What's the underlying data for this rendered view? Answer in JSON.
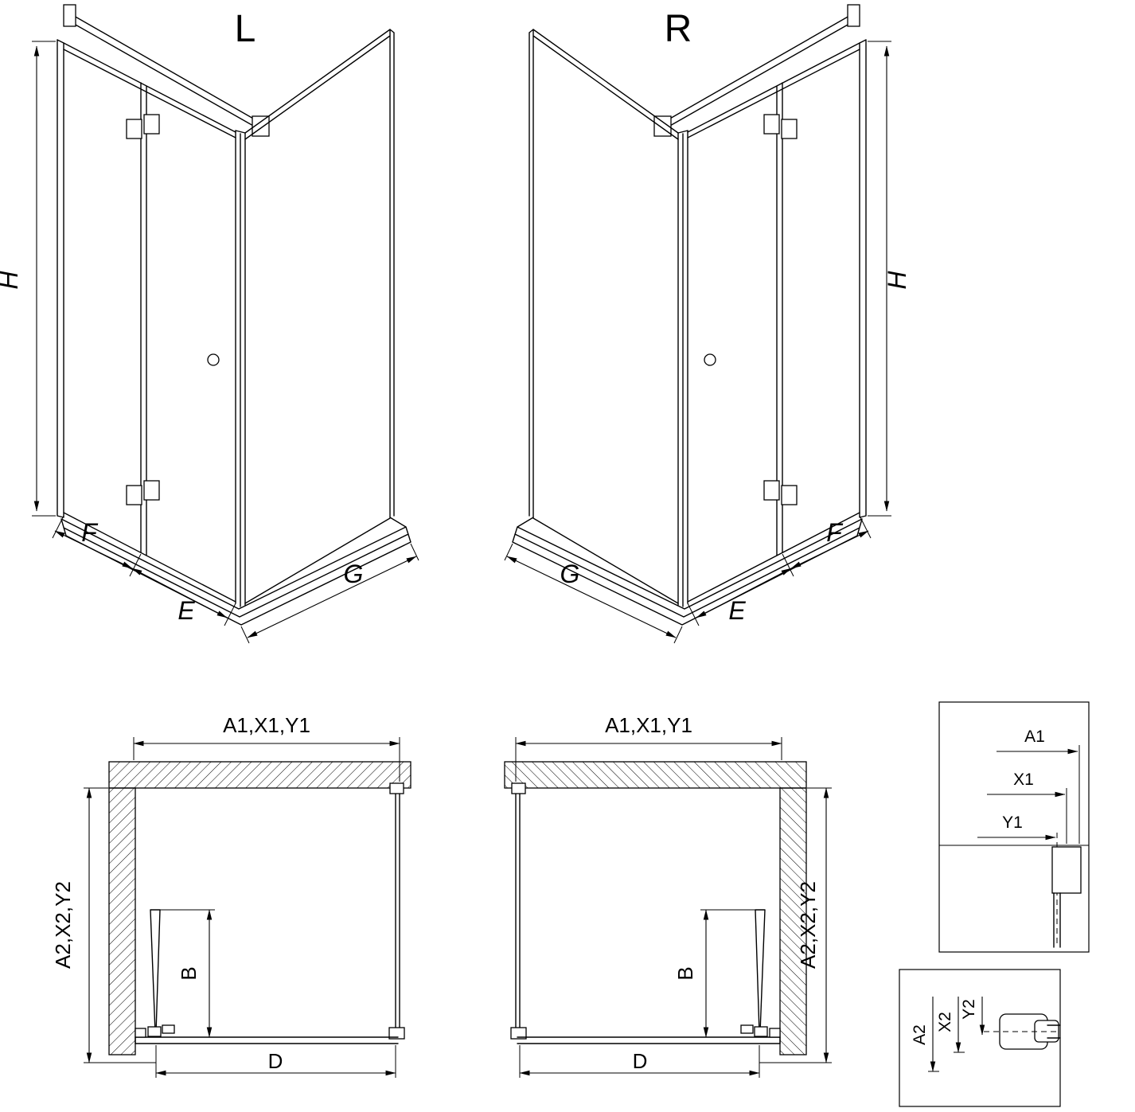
{
  "page": {
    "background": "#ffffff",
    "line_color": "#000000"
  },
  "iso_views": {
    "left": {
      "title": "L",
      "dim_h": "H",
      "dim_f": "F",
      "dim_e": "E",
      "dim_g": "G"
    },
    "right": {
      "title": "R",
      "dim_h": "H",
      "dim_f": "F",
      "dim_e": "E",
      "dim_g": "G"
    }
  },
  "plan_views": {
    "left": {
      "dim_top": "A1,X1,Y1",
      "dim_side": "A2,X2,Y2",
      "dim_b": "B",
      "dim_d": "D"
    },
    "right": {
      "dim_top": "A1,X1,Y1",
      "dim_side": "A2,X2,Y2",
      "dim_b": "B",
      "dim_d": "D"
    }
  },
  "details": {
    "top": {
      "a1": "A1",
      "x1": "X1",
      "y1": "Y1"
    },
    "bottom": {
      "a2": "A2",
      "x2": "X2",
      "y2": "Y2"
    }
  }
}
